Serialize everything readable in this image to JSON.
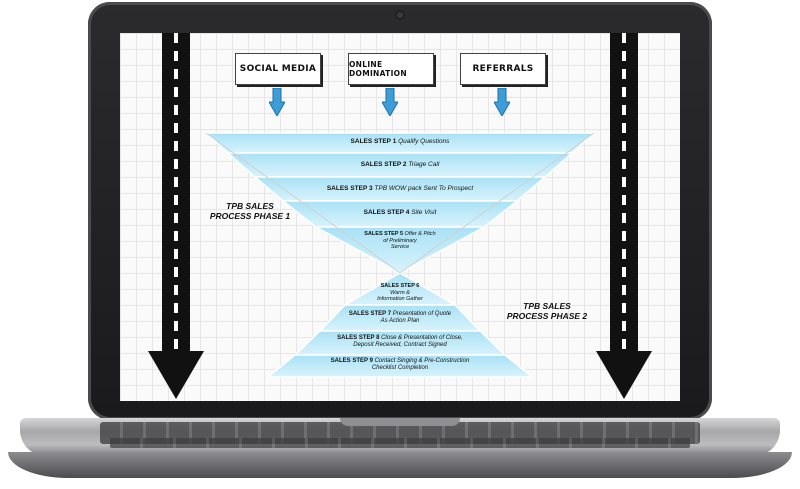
{
  "sources": [
    {
      "id": "social",
      "label": "SOCIAL MEDIA"
    },
    {
      "id": "online",
      "label": "ONLINE DOMINATION"
    },
    {
      "id": "referrals",
      "label": "REFERRALS"
    }
  ],
  "phases": {
    "phase1": [
      "TPB SALES",
      "PROCESS PHASE 1"
    ],
    "phase2": [
      "TPB SALES",
      "PROCESS PHASE 2"
    ]
  },
  "steps": [
    {
      "title": "SALES STEP 1",
      "desc": [
        "Qualify Questions"
      ]
    },
    {
      "title": "SALES STEP 2",
      "desc": [
        "Triage Call"
      ]
    },
    {
      "title": "SALES STEP 3",
      "desc": [
        "TPB WOW pack Sent To Prospect"
      ]
    },
    {
      "title": "SALES STEP 4",
      "desc": [
        "Site Visit"
      ]
    },
    {
      "title": "SALES STEP 5",
      "desc": [
        "Offer & Pitch",
        "of Preliminary",
        "Service"
      ]
    },
    {
      "title": "SALES STEP 6",
      "desc": [
        "Warm &",
        "Information Gather"
      ]
    },
    {
      "title": "SALES STEP 7",
      "desc": [
        "Presentation of Quote",
        "As Action Plan"
      ]
    },
    {
      "title": "SALES STEP 8",
      "desc": [
        "Close & Presentation of Close,",
        "Deposit Received, Contract Signed"
      ]
    },
    {
      "title": "SALES STEP 9",
      "desc": [
        "Contact Singing & Pre-Construction",
        "Checklist Completion"
      ]
    }
  ],
  "colors": {
    "band_light": "#cfeefa",
    "band_mid": "#9fdcf2",
    "arrow_blue": "#3d9dd6",
    "road": "#111111"
  }
}
